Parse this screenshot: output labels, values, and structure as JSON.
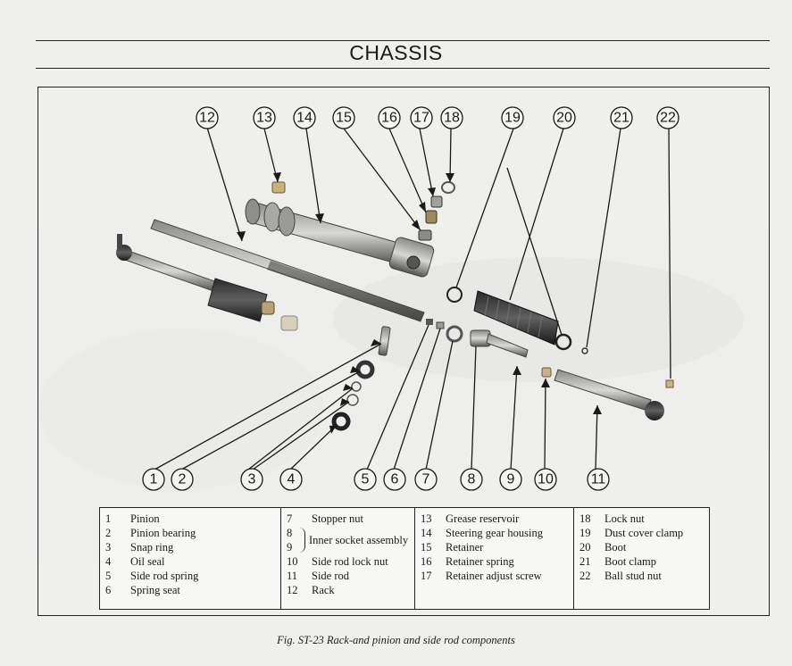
{
  "header": {
    "title": "CHASSIS"
  },
  "figure": {
    "callouts_top": [
      "12",
      "13",
      "14",
      "15",
      "16",
      "17",
      "18",
      "19",
      "20",
      "21",
      "22"
    ],
    "callouts_bottom": [
      "1",
      "2",
      "3",
      "4",
      "5",
      "6",
      "7",
      "8",
      "9",
      "10",
      "11"
    ]
  },
  "legend": {
    "col1": [
      {
        "num": "1",
        "label": "Pinion"
      },
      {
        "num": "2",
        "label": "Pinion bearing"
      },
      {
        "num": "3",
        "label": "Snap ring"
      },
      {
        "num": "4",
        "label": "Oil seal"
      },
      {
        "num": "5",
        "label": "Side rod spring"
      },
      {
        "num": "6",
        "label": "Spring seat"
      }
    ],
    "col2": [
      {
        "num": "7",
        "label": "Stopper nut"
      },
      {
        "num": "8",
        "label": ""
      },
      {
        "num": "9",
        "label": ""
      },
      {
        "num": "10",
        "label": "Side rod lock nut"
      },
      {
        "num": "11",
        "label": "Side rod"
      },
      {
        "num": "12",
        "label": "Rack"
      }
    ],
    "col2_group_label": "Inner socket assembly",
    "col3": [
      {
        "num": "13",
        "label": "Grease reservoir"
      },
      {
        "num": "14",
        "label": "Steering gear housing"
      },
      {
        "num": "15",
        "label": "Retainer"
      },
      {
        "num": "16",
        "label": "Retainer spring"
      },
      {
        "num": "17",
        "label": "Retainer adjust screw"
      }
    ],
    "col4": [
      {
        "num": "18",
        "label": "Lock nut"
      },
      {
        "num": "19",
        "label": "Dust cover clamp"
      },
      {
        "num": "20",
        "label": "Boot"
      },
      {
        "num": "21",
        "label": "Boot clamp"
      },
      {
        "num": "22",
        "label": "Ball stud nut"
      }
    ]
  },
  "caption": "Fig. ST-23  Rack-and pinion and side rod components"
}
